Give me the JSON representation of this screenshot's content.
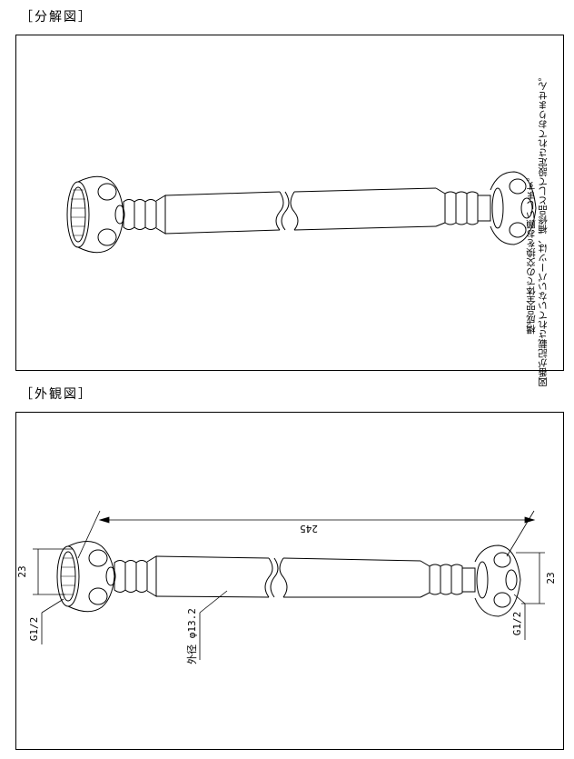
{
  "sections": {
    "exploded_label": "［分解図］",
    "exterior_label": "［外観図］"
  },
  "notes": {
    "line1": "図番が記載されていないパーツは、補修品として設定されておりません。",
    "line2": "構成品全体での交換をお願いします。"
  },
  "dimensions": {
    "length": "245",
    "nut_left": "23",
    "nut_right": "23",
    "thread_left": "G1/2",
    "thread_right": "G1/2",
    "outer_diameter": "外径 φ13.2"
  }
}
